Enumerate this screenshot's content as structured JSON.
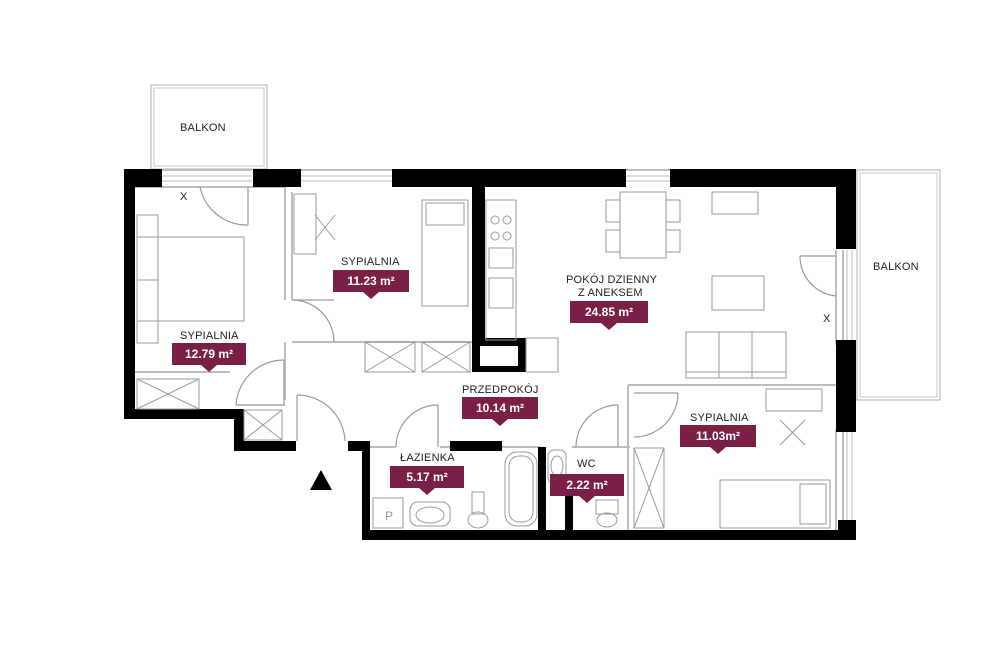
{
  "colors": {
    "wall": "#000000",
    "thin_line": "#bdbdbd",
    "furniture": "#9a9a9a",
    "tag": "#7a1f45",
    "tag_text": "#ffffff",
    "background": "#ffffff"
  },
  "rooms": [
    {
      "id": "bedroom-west",
      "name": "SYPIALNIA",
      "area": "12.79 m²"
    },
    {
      "id": "bedroom-north",
      "name": "SYPIALNIA",
      "area": "11.23 m²"
    },
    {
      "id": "living",
      "name_line1": "POKÓJ DZIENNY",
      "name_line2": "Z ANEKSEM",
      "area": "24.85 m²"
    },
    {
      "id": "hall",
      "name": "PRZEDPOKÓJ",
      "area": "10.14 m²"
    },
    {
      "id": "bathroom",
      "name": "ŁAZIENKA",
      "area": "5.17 m²"
    },
    {
      "id": "wc",
      "name": "WC",
      "area": "2.22 m²"
    },
    {
      "id": "bedroom-east",
      "name": "SYPIALNIA",
      "area": "11.03m²"
    }
  ],
  "balconies": [
    {
      "id": "balcony-north",
      "name": "BALKON"
    },
    {
      "id": "balcony-east",
      "name": "BALKON"
    }
  ],
  "marks": {
    "window_x": "X"
  },
  "icons": {
    "entrance": "entrance-triangle-icon"
  }
}
